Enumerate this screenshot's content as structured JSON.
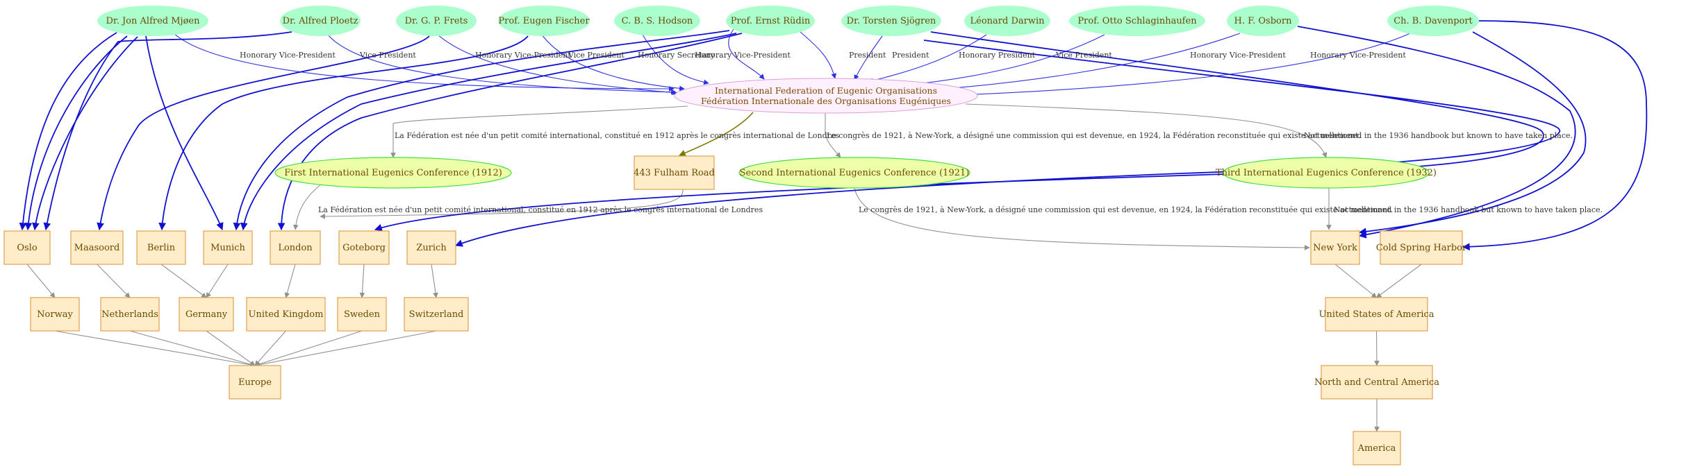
{
  "people": [
    {
      "id": "mjoen",
      "label": "Dr. Jon Alfred Mjøen"
    },
    {
      "id": "ploetz",
      "label": "Dr. Alfred Ploetz"
    },
    {
      "id": "frets",
      "label": "Dr. G. P. Frets"
    },
    {
      "id": "fischer",
      "label": "Prof. Eugen Fischer"
    },
    {
      "id": "hodson",
      "label": "C. B. S. Hodson"
    },
    {
      "id": "rudin",
      "label": "Prof. Ernst Rüdin"
    },
    {
      "id": "sjogren",
      "label": "Dr. Torsten Sjögren"
    },
    {
      "id": "darwin",
      "label": "Léonard Darwin"
    },
    {
      "id": "schlag",
      "label": "Prof. Otto Schlaginhaufen"
    },
    {
      "id": "osborn",
      "label": "H. F. Osborn"
    },
    {
      "id": "davenport",
      "label": "Ch. B. Davenport"
    }
  ],
  "organisation": {
    "id": "ifeo",
    "line1": "International Federation of Eugenic Organisations",
    "line2": "Fédération Internationale des Organisations Eugéniques"
  },
  "conferences": [
    {
      "id": "conf1",
      "label": "First International Eugenics Conference (1912)"
    },
    {
      "id": "conf2",
      "label": "Second International Eugenics Conference (1921)"
    },
    {
      "id": "conf3",
      "label": "Third International Eugenics Conference (1932)"
    }
  ],
  "places": [
    {
      "id": "fulham",
      "label": "443 Fulham Road"
    },
    {
      "id": "oslo",
      "label": "Oslo"
    },
    {
      "id": "maasoord",
      "label": "Maasoord"
    },
    {
      "id": "berlin",
      "label": "Berlin"
    },
    {
      "id": "munich",
      "label": "Munich"
    },
    {
      "id": "london",
      "label": "London"
    },
    {
      "id": "goteborg",
      "label": "Goteborg"
    },
    {
      "id": "zurich",
      "label": "Zurich"
    },
    {
      "id": "newyork",
      "label": "New York"
    },
    {
      "id": "csh",
      "label": "Cold Spring Harbor"
    },
    {
      "id": "norway",
      "label": "Norway"
    },
    {
      "id": "netherlands",
      "label": "Netherlands"
    },
    {
      "id": "germany",
      "label": "Germany"
    },
    {
      "id": "uk",
      "label": "United Kingdom"
    },
    {
      "id": "sweden",
      "label": "Sweden"
    },
    {
      "id": "switzerland",
      "label": "Switzerland"
    },
    {
      "id": "usa",
      "label": "United States of America"
    },
    {
      "id": "europe",
      "label": "Europe"
    },
    {
      "id": "nca",
      "label": "North and Central America"
    },
    {
      "id": "america",
      "label": "America"
    }
  ],
  "colors": {
    "person_fill": "#aaffcc",
    "organisation_fill": "#fff0ff",
    "conference_fill": "#eeffaa",
    "place_fill": "#ffecc8",
    "role_edge": "#3030e0",
    "membership_edge": "#1010d0",
    "geo_edge": "#909090",
    "address_edge": "#7a7a00"
  },
  "edges": [
    {
      "id": "e-mjoen-ifeo",
      "from": "mjoen",
      "to": "ifeo",
      "kind": "role",
      "label": "Honorary Vice-President"
    },
    {
      "id": "e-ploetz-ifeo",
      "from": "ploetz",
      "to": "ifeo",
      "kind": "role",
      "label": "Vice President"
    },
    {
      "id": "e-frets-ifeo",
      "from": "frets",
      "to": "ifeo",
      "kind": "role",
      "label": "Honorary Vice-President"
    },
    {
      "id": "e-fischer-ifeo",
      "from": "fischer",
      "to": "ifeo",
      "kind": "role",
      "label": "Vice President"
    },
    {
      "id": "e-hodson-ifeo",
      "from": "hodson",
      "to": "ifeo",
      "kind": "role",
      "label": "Honorary Secretary"
    },
    {
      "id": "e-rudin-ifeo-1",
      "from": "rudin",
      "to": "ifeo",
      "kind": "role",
      "label": "Honorary Vice-President"
    },
    {
      "id": "e-rudin-ifeo-2",
      "from": "rudin",
      "to": "ifeo",
      "kind": "role",
      "label": "President"
    },
    {
      "id": "e-sjogren-ifeo",
      "from": "sjogren",
      "to": "ifeo",
      "kind": "role",
      "label": "President"
    },
    {
      "id": "e-darwin-ifeo",
      "from": "darwin",
      "to": "ifeo",
      "kind": "role",
      "label": "Honorary President"
    },
    {
      "id": "e-schlag-ifeo",
      "from": "schlag",
      "to": "ifeo",
      "kind": "role",
      "label": "Vice President"
    },
    {
      "id": "e-osborn-ifeo",
      "from": "osborn",
      "to": "ifeo",
      "kind": "role",
      "label": "Honorary Vice-President"
    },
    {
      "id": "e-davenport-ifeo",
      "from": "davenport",
      "to": "ifeo",
      "kind": "role",
      "label": "Honorary Vice-President"
    },
    {
      "id": "e-ifeo-conf1",
      "from": "ifeo",
      "to": "conf1",
      "kind": "geo",
      "label": "La Fédération est née d'un petit comité international, constitué en 1912 après le congrès international de Londres"
    },
    {
      "id": "e-ifeo-fulham",
      "from": "ifeo",
      "to": "fulham",
      "kind": "addr",
      "label": ""
    },
    {
      "id": "e-ifeo-conf2",
      "from": "ifeo",
      "to": "conf2",
      "kind": "geo",
      "label": "Le congrès de 1921, à New-York, a désigné une commission qui est devenue, en 1924, la Fédération reconstituée qui existe actuellement."
    },
    {
      "id": "e-ifeo-conf3",
      "from": "ifeo",
      "to": "conf3",
      "kind": "geo",
      "label": "Not mentioned in the 1936 handbook but known to have taken place."
    },
    {
      "id": "e-conf1-london",
      "from": "conf1",
      "to": "london",
      "kind": "geo",
      "label": "La Fédération est née d'un petit comité international, constitué en 1912 après le congrès international de Londres"
    },
    {
      "id": "e-fulham-london",
      "from": "fulham",
      "to": "london",
      "kind": "geo",
      "label": ""
    },
    {
      "id": "e-conf2-newyork",
      "from": "conf2",
      "to": "newyork",
      "kind": "geo",
      "label": "Le congrès de 1921, à New-York, a désigné une commission qui est devenue, en 1924, la Fédération reconstituée qui existe actuellement."
    },
    {
      "id": "e-conf3-newyork",
      "from": "conf3",
      "to": "newyork",
      "kind": "geo",
      "label": "Not mentioned in the 1936 handbook but known to have taken place."
    },
    {
      "id": "e-mjoen-oslo-1",
      "from": "mjoen",
      "to": "oslo",
      "kind": "member",
      "label": ""
    },
    {
      "id": "e-mjoen-oslo-2",
      "from": "mjoen",
      "to": "oslo",
      "kind": "member",
      "label": ""
    },
    {
      "id": "e-mjoen-oslo-3",
      "from": "mjoen",
      "to": "oslo",
      "kind": "member",
      "label": ""
    },
    {
      "id": "e-mjoen-munich",
      "from": "mjoen",
      "to": "munich",
      "kind": "member",
      "label": ""
    },
    {
      "id": "e-ploetz-oslo",
      "from": "ploetz",
      "to": "oslo",
      "kind": "member",
      "label": ""
    },
    {
      "id": "e-frets-maasoord",
      "from": "frets",
      "to": "maasoord",
      "kind": "member",
      "label": ""
    },
    {
      "id": "e-fischer-berlin",
      "from": "fischer",
      "to": "berlin",
      "kind": "member",
      "label": ""
    },
    {
      "id": "e-rudin-munich-1",
      "from": "rudin",
      "to": "munich",
      "kind": "member",
      "label": ""
    },
    {
      "id": "e-rudin-munich-2",
      "from": "rudin",
      "to": "munich",
      "kind": "member",
      "label": ""
    },
    {
      "id": "e-hodson-london",
      "from": "hodson",
      "to": "london",
      "kind": "member",
      "label": ""
    },
    {
      "id": "e-sjogren-goteborg",
      "from": "sjogren",
      "to": "goteborg",
      "kind": "member",
      "label": ""
    },
    {
      "id": "e-schlag-zurich",
      "from": "schlag",
      "to": "zurich",
      "kind": "member",
      "label": ""
    },
    {
      "id": "e-osborn-newyork",
      "from": "osborn",
      "to": "newyork",
      "kind": "member",
      "label": ""
    },
    {
      "id": "e-davenport-newyork",
      "from": "davenport",
      "to": "newyork",
      "kind": "member",
      "label": ""
    },
    {
      "id": "e-davenport-csh",
      "from": "davenport",
      "to": "csh",
      "kind": "member",
      "label": ""
    },
    {
      "id": "e-oslo-norway",
      "from": "oslo",
      "to": "norway",
      "kind": "geo",
      "label": ""
    },
    {
      "id": "e-maasoord-netherlands",
      "from": "maasoord",
      "to": "netherlands",
      "kind": "geo",
      "label": ""
    },
    {
      "id": "e-berlin-germany",
      "from": "berlin",
      "to": "germany",
      "kind": "geo",
      "label": ""
    },
    {
      "id": "e-munich-germany",
      "from": "munich",
      "to": "germany",
      "kind": "geo",
      "label": ""
    },
    {
      "id": "e-london-uk",
      "from": "london",
      "to": "uk",
      "kind": "geo",
      "label": ""
    },
    {
      "id": "e-goteborg-sweden",
      "from": "goteborg",
      "to": "sweden",
      "kind": "geo",
      "label": ""
    },
    {
      "id": "e-zurich-switzerland",
      "from": "zurich",
      "to": "switzerland",
      "kind": "geo",
      "label": ""
    },
    {
      "id": "e-newyork-usa",
      "from": "newyork",
      "to": "usa",
      "kind": "geo",
      "label": ""
    },
    {
      "id": "e-csh-usa",
      "from": "csh",
      "to": "usa",
      "kind": "geo",
      "label": ""
    },
    {
      "id": "e-norway-europe",
      "from": "norway",
      "to": "europe",
      "kind": "geo",
      "label": ""
    },
    {
      "id": "e-netherlands-europe",
      "from": "netherlands",
      "to": "europe",
      "kind": "geo",
      "label": ""
    },
    {
      "id": "e-germany-europe",
      "from": "germany",
      "to": "europe",
      "kind": "geo",
      "label": ""
    },
    {
      "id": "e-uk-europe",
      "from": "uk",
      "to": "europe",
      "kind": "geo",
      "label": ""
    },
    {
      "id": "e-sweden-europe",
      "from": "sweden",
      "to": "europe",
      "kind": "geo",
      "label": ""
    },
    {
      "id": "e-switzerland-europe",
      "from": "switzerland",
      "to": "europe",
      "kind": "geo",
      "label": ""
    },
    {
      "id": "e-usa-nca",
      "from": "usa",
      "to": "nca",
      "kind": "geo",
      "label": ""
    },
    {
      "id": "e-nca-america",
      "from": "nca",
      "to": "america",
      "kind": "geo",
      "label": ""
    }
  ]
}
